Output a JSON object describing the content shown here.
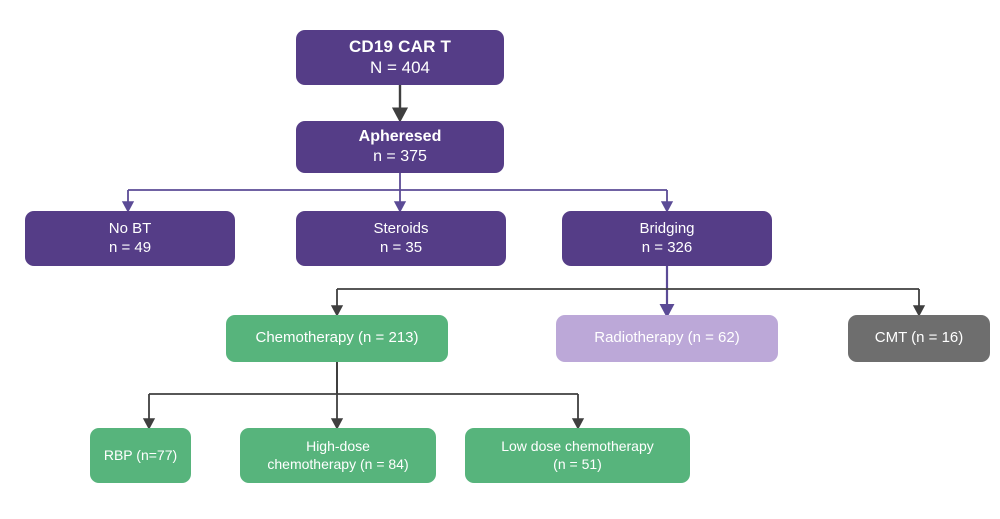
{
  "diagram": {
    "title": "CD19 CAR T bridging therapy flow diagram",
    "colors": {
      "dark_purple": "#553D87",
      "light_purple": "#BCA8D8",
      "green": "#57B47C",
      "gray": "#6E6E6E",
      "purple_connector": "#5B4B96",
      "dark_connector": "#3F3F3F",
      "text": "#FFFFFF",
      "background": "#FFFFFF"
    },
    "nodes": {
      "cd19": {
        "line1": "CD19  CAR T",
        "line2": "N = 404"
      },
      "apheresed": {
        "line1": "Apheresed",
        "line2": "n = 375"
      },
      "no_bt": {
        "line1": "No BT",
        "line2": "n = 49"
      },
      "steroids": {
        "line1": "Steroids",
        "line2": "n = 35"
      },
      "bridging": {
        "line1": "Bridging",
        "line2": "n = 326"
      },
      "chemotherapy": {
        "line1": "Chemotherapy (n = 213)"
      },
      "radiotherapy": {
        "line1": "Radiotherapy (n = 62)"
      },
      "cmt": {
        "line1": "CMT (n = 16)"
      },
      "rbp": {
        "line1": "RBP (n=77)"
      },
      "high_dose": {
        "line1": "High-dose",
        "line2": "chemotherapy (n = 84)"
      },
      "low_dose": {
        "line1": "Low dose chemotherapy",
        "line2": "(n = 51)"
      }
    },
    "edges": [
      {
        "from": "cd19",
        "to": "apheresed",
        "color": "purple"
      },
      {
        "from": "apheresed",
        "to": "no_bt",
        "color": "purple"
      },
      {
        "from": "apheresed",
        "to": "steroids",
        "color": "purple"
      },
      {
        "from": "apheresed",
        "to": "bridging",
        "color": "purple"
      },
      {
        "from": "bridging",
        "to": "chemotherapy",
        "color": "dark"
      },
      {
        "from": "bridging",
        "to": "radiotherapy",
        "color": "purple"
      },
      {
        "from": "bridging",
        "to": "cmt",
        "color": "dark"
      },
      {
        "from": "chemotherapy",
        "to": "rbp",
        "color": "dark"
      },
      {
        "from": "chemotherapy",
        "to": "high_dose",
        "color": "dark"
      },
      {
        "from": "chemotherapy",
        "to": "low_dose",
        "color": "dark"
      }
    ]
  }
}
